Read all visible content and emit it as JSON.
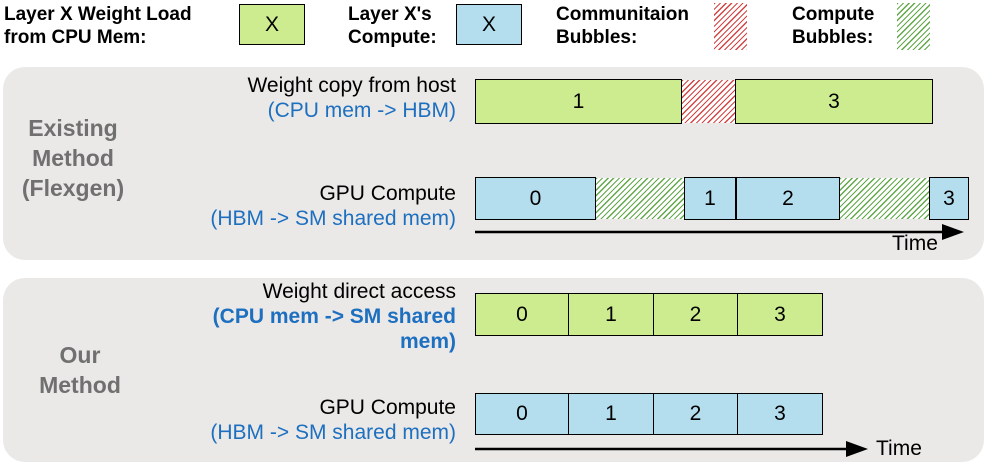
{
  "legend": {
    "load_label_line1": "Layer X Weight Load",
    "load_label_line2": "from CPU Mem:",
    "load_box": "X",
    "compute_label_line1": "Layer X's",
    "compute_label_line2": "Compute:",
    "compute_box": "X",
    "comm_label_line1": "Communitaion",
    "comm_label_line2": "Bubbles:",
    "cbub_label_line1": "Compute",
    "cbub_label_line2": "Bubbles:"
  },
  "existing": {
    "method_line1": "Existing",
    "method_line2": "Method",
    "method_line3": "(Flexgen)",
    "copy_label": "Weight copy from host",
    "copy_sub": "(CPU mem -> HBM)",
    "compute_label": "GPU Compute",
    "compute_sub": "(HBM -> SM shared mem)",
    "copy_blocks": [
      "1",
      "3"
    ],
    "compute_blocks": [
      "0",
      "1",
      "2",
      "3"
    ],
    "time": "Time"
  },
  "ours": {
    "method_line1": "Our",
    "method_line2": "Method",
    "access_label": "Weight direct access",
    "access_sub_line1": "(CPU mem -> SM shared",
    "access_sub_line2": "mem)",
    "compute_label": "GPU Compute",
    "compute_sub": "(HBM -> SM shared mem)",
    "access_blocks": [
      "0",
      "1",
      "2",
      "3"
    ],
    "compute_blocks": [
      "0",
      "1",
      "2",
      "3"
    ],
    "time": "Time"
  }
}
